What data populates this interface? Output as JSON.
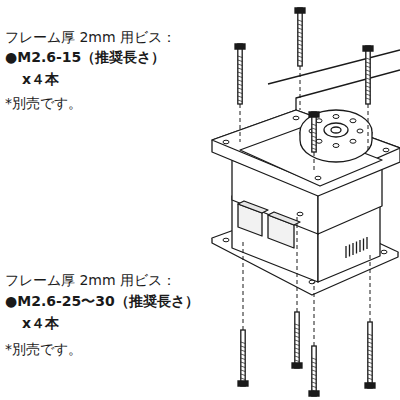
{
  "diagram": {
    "labels": [
      "フレーム厚 2mm 用ビス：",
      "●M2.6-15（推奨長さ）",
      "x４本",
      "*別売です。",
      "フレーム厚 2mm 用ビス：",
      "●M2.6-25〜30（推奨長さ）",
      "x４本",
      "*別売です。"
    ]
  }
}
